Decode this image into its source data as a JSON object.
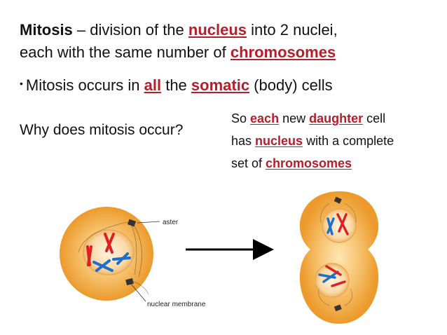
{
  "line1": {
    "term": "Mitosis",
    "pre": " – division of the ",
    "kw1": "nucleus",
    "post": " into 2 nuclei,"
  },
  "line2": {
    "pre": "each with the same number of ",
    "kw1": "chromosomes"
  },
  "line3": {
    "bullet": "•",
    "pre": "Mitosis occurs in ",
    "kw1": "all",
    "mid": " the ",
    "kw2": "somatic",
    "post": " (body) cells"
  },
  "question": "Why does mitosis occur?",
  "answer": {
    "a1": {
      "pre": "So ",
      "kw1": "each",
      "mid": " new ",
      "kw2": "daughter",
      "post": " cell"
    },
    "a2": {
      "pre": "has ",
      "kw1": "nucleus",
      "post": " with a complete"
    },
    "a3": {
      "pre": "set of ",
      "kw1": "chromosomes"
    }
  },
  "labels": {
    "aster": "aster",
    "membrane": "nuclear membrane"
  },
  "colors": {
    "keyword": "#b3202a",
    "cell": "#f2a93b",
    "chrom_red": "#e02020",
    "chrom_blue": "#1f6fc9"
  }
}
